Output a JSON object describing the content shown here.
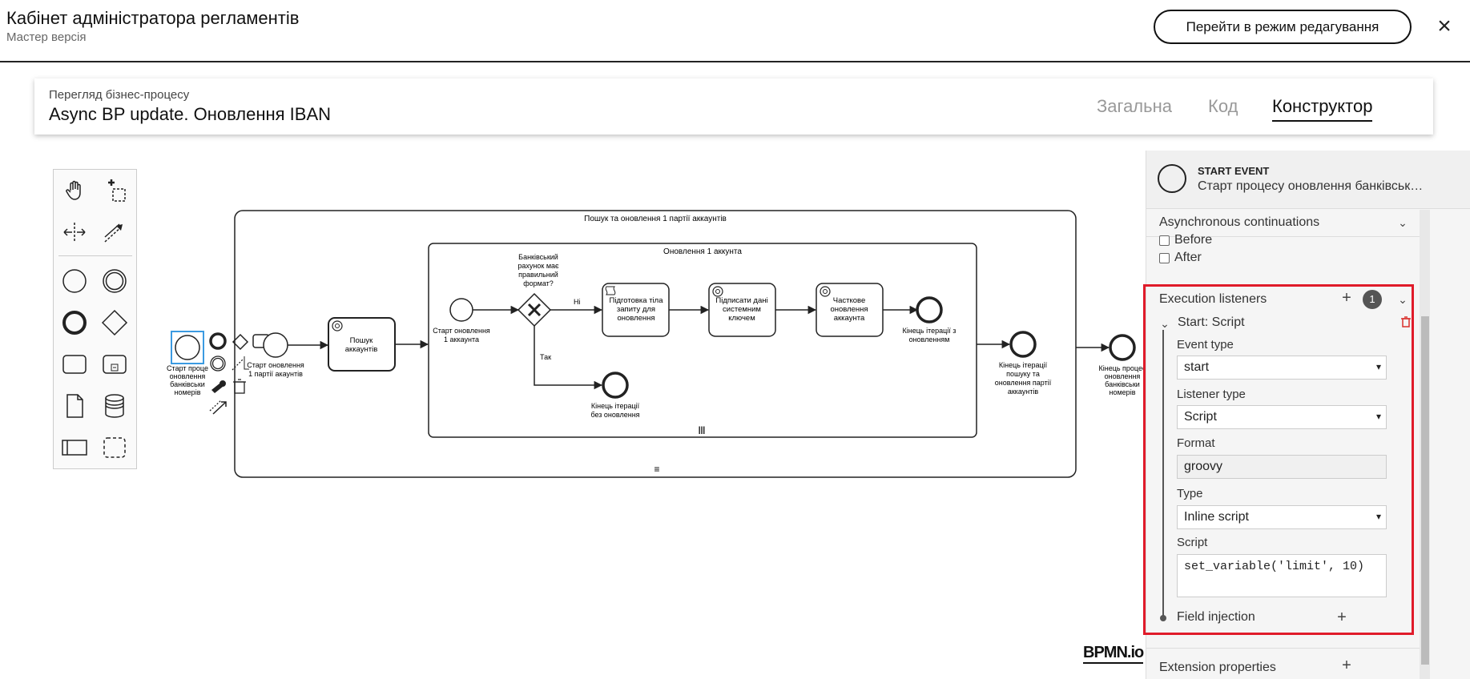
{
  "header": {
    "title": "Кабінет адміністратора регламентів",
    "subtitle": "Мастер версія",
    "edit_button": "Перейти в режим редагування",
    "close_icon": "×"
  },
  "process": {
    "label": "Перегляд бізнес-процесу",
    "title": "Async BP update. Оновлення IBAN",
    "tabs": [
      {
        "label": "Загальна",
        "active": false
      },
      {
        "label": "Код",
        "active": false
      },
      {
        "label": "Конструктор",
        "active": true
      }
    ]
  },
  "diagram": {
    "outer_subprocess_label": "Пошук та оновлення 1 партії аккаунтів",
    "inner_subprocess_label": "Оновлення 1 аккунта",
    "start_event_label_lines": [
      "Старт проце",
      "оновлення",
      "банківськи",
      "номерів"
    ],
    "start_event2_label_lines": [
      "Старт оновлення",
      "1 партії акаунтів"
    ],
    "task_search_lines": [
      "Пошук",
      "аккаунтів"
    ],
    "start_inner_lines": [
      "Старт оновлення",
      "1 аккаунта"
    ],
    "gateway_label_lines": [
      "Банківський",
      "рахунок має",
      "правильний",
      "формат?"
    ],
    "gateway_no": "Ні",
    "gateway_yes": "Так",
    "task_prepare_lines": [
      "Підготовка тіла",
      "запиту для",
      "оновлення"
    ],
    "task_sign_lines": [
      "Підписати дані",
      "системним",
      "ключем"
    ],
    "task_partial_lines": [
      "Часткове",
      "оновлення",
      "аккаунта"
    ],
    "end_inner_lines": [
      "Кінець ітерації з",
      "оновленням"
    ],
    "end_noupdate_lines": [
      "Кінець ітерації",
      "без оновлення"
    ],
    "end_outer_lines": [
      "Кінець ітерації",
      "пошуку та",
      "оновлення партії",
      "аккаунтів"
    ],
    "end_process_lines": [
      "Кінець процес",
      "оновлення",
      "банківськи",
      "номерів"
    ],
    "inner_marker": "|||",
    "outer_marker": "≡"
  },
  "bpmn_logo": "BPMN.io",
  "panel": {
    "element_type": "START EVENT",
    "element_name": "Старт процесу оновлення банківських номерів",
    "async_group": "Asynchronous continuations",
    "async_before": "Before",
    "async_after": "After",
    "exec_listeners_group": "Execution listeners",
    "exec_listeners_count": "1",
    "listener_title": "Start: Script",
    "event_type_label": "Event type",
    "event_type_value": "start",
    "listener_type_label": "Listener type",
    "listener_type_value": "Script",
    "format_label": "Format",
    "format_value": "groovy",
    "type_label": "Type",
    "type_value": "Inline script",
    "script_label": "Script",
    "script_value": "set_variable('limit', 10)",
    "field_injection": "Field injection",
    "extension_props": "Extension properties"
  },
  "colors": {
    "highlight": "#e01b2a",
    "selection": "#3b9ae1",
    "delete": "#d9302c"
  }
}
